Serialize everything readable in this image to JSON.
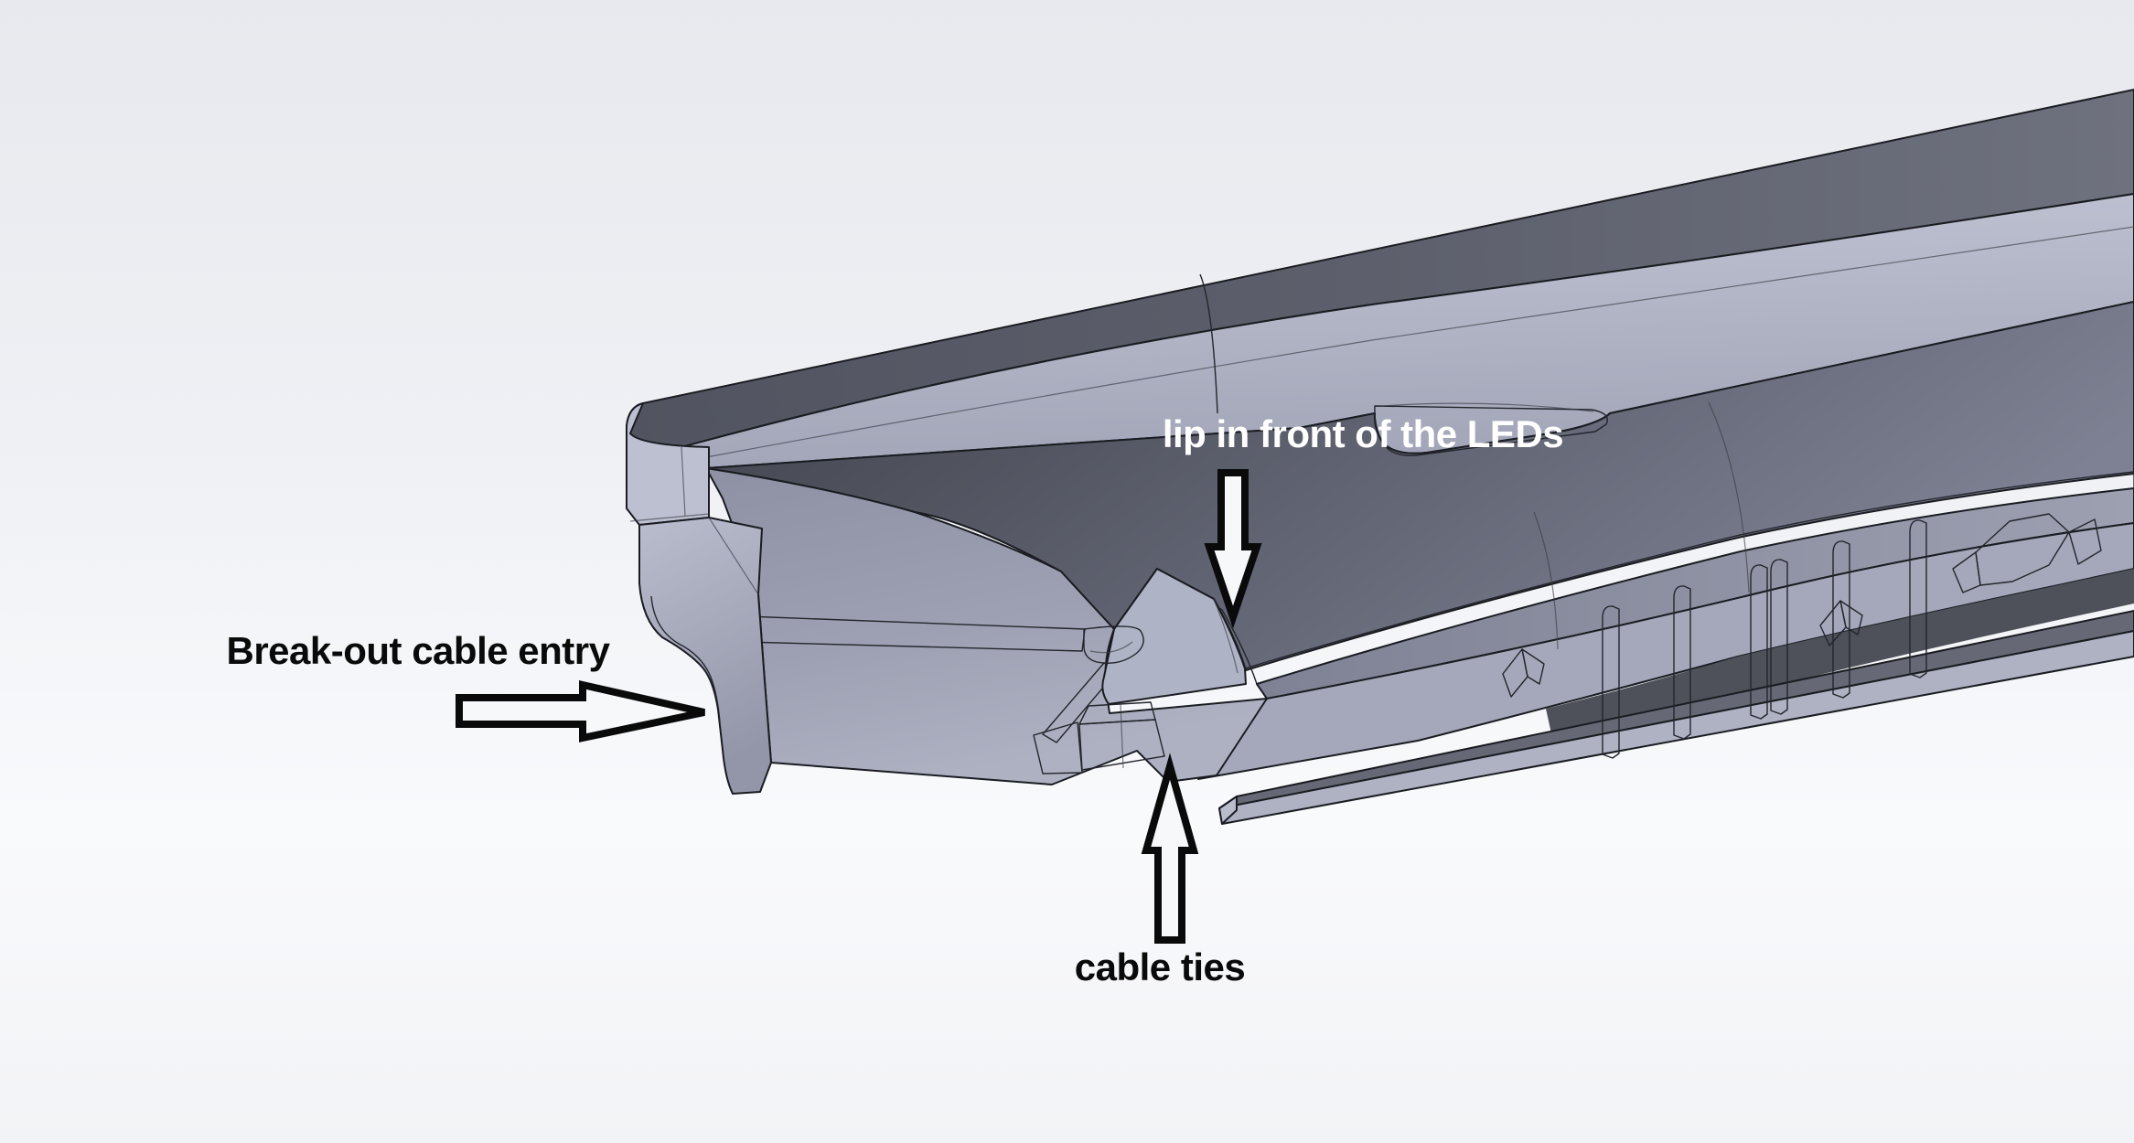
{
  "annotations": {
    "break_out": {
      "label": "Break-out cable entry",
      "arrow": "right-arrow-icon"
    },
    "lip": {
      "label": "lip in front of the LEDs",
      "arrow": "down-arrow-icon"
    },
    "cable_ties": {
      "label": "cable ties",
      "arrow": "up-arrow-icon"
    }
  },
  "colors": {
    "background_top": "#e8eaef",
    "background_bottom": "#fdfdfe",
    "label_dark": "#0a0a0b",
    "label_light": "#ffffff",
    "arrow_stroke": "#0a0a0b",
    "arrow_fill": "#f7f8fa",
    "part_light": "#b7bbcc",
    "part_mid": "#9a9eb0",
    "part_dark": "#565963",
    "part_shadow": "#4b4d56",
    "edge_line": "#1b1c22"
  }
}
